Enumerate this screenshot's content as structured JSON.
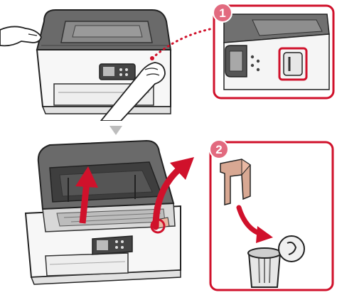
{
  "steps": [
    {
      "number": "1"
    },
    {
      "number": "2"
    }
  ],
  "colors": {
    "accent": "#d0112b",
    "step_badge": "#e26a7f",
    "arrow_down": "#bdbdbd",
    "printer_body": "#f7f7f7",
    "printer_outline": "#222222",
    "scanner_top": "#666666",
    "tape": "#e9b8a3"
  },
  "icons": {
    "step_1": "step-number-badge",
    "step_2": "step-number-badge",
    "flow": "down-triangle-icon",
    "open_arrow": "curved-up-arrow-icon",
    "discard": "trash-bin-icon"
  }
}
